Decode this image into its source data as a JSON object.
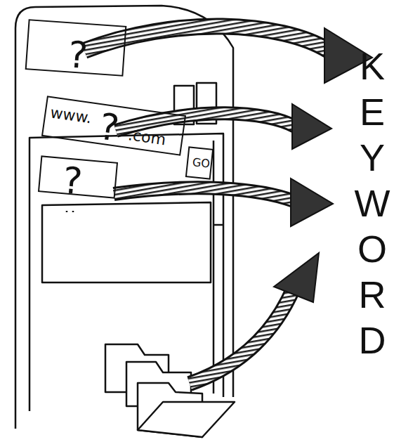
{
  "diagram": {
    "nodes": [
      {
        "text": [
          "?"
        ]
      },
      {
        "text": [
          "www.",
          "?",
          ".com"
        ]
      },
      {
        "text": [
          "GO"
        ]
      },
      {
        "text": [
          "?"
        ]
      }
    ],
    "labels": [
      "KEYWORD"
    ]
  }
}
